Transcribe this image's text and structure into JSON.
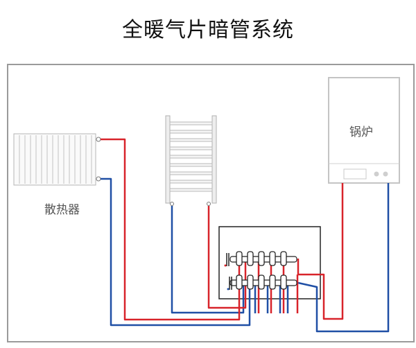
{
  "title": "全暖气片暗管系统",
  "labels": {
    "radiator": "散热器",
    "boiler": "锅炉"
  },
  "colors": {
    "hot": "#d8232a",
    "cold": "#1f4fa5",
    "frame": "#9a9a9a",
    "device": "#cfcfcf"
  }
}
